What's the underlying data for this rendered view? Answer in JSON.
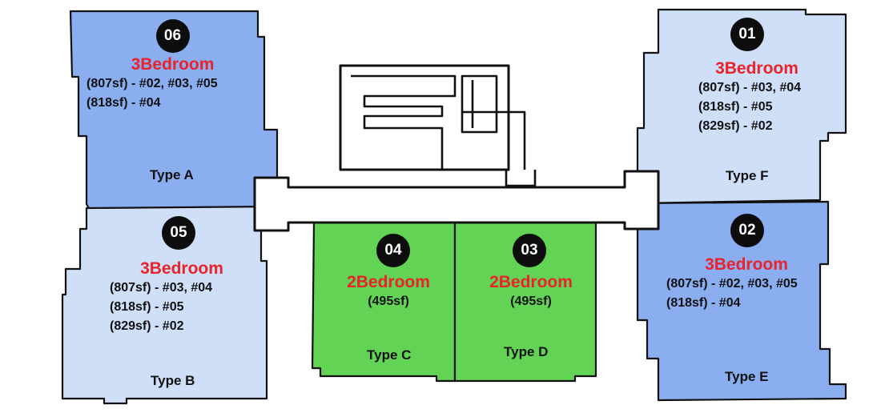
{
  "colors": {
    "unit_dark_blue": "#8aaef0",
    "unit_light_blue": "#cfdff8",
    "unit_green": "#63d355",
    "badge_black": "#0d0d0d",
    "bedroom_red": "#e8232a"
  },
  "units": [
    {
      "id": "06",
      "bedroom": "3Bedroom",
      "sizes": [
        "(807sf) - #02, #03, #05",
        "(818sf) - #04"
      ],
      "type": "Type A"
    },
    {
      "id": "05",
      "bedroom": "3Bedroom",
      "sizes": [
        "(807sf) - #03, #04",
        "(818sf) - #05",
        "(829sf) - #02"
      ],
      "type": "Type B"
    },
    {
      "id": "04",
      "bedroom": "2Bedroom",
      "sizes": [
        "(495sf)"
      ],
      "type": "Type C"
    },
    {
      "id": "03",
      "bedroom": "2Bedroom",
      "sizes": [
        "(495sf)"
      ],
      "type": "Type D"
    },
    {
      "id": "02",
      "bedroom": "3Bedroom",
      "sizes": [
        "(807sf) - #02, #03, #05",
        "(818sf) - #04"
      ],
      "type": "Type E"
    },
    {
      "id": "01",
      "bedroom": "3Bedroom",
      "sizes": [
        "(807sf) - #03, #04",
        "(818sf) - #05",
        "(829sf) - #02"
      ],
      "type": "Type F"
    }
  ]
}
